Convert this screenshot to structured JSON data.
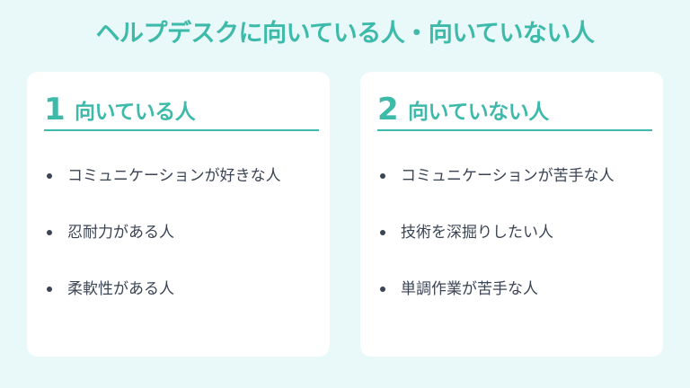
{
  "title": "ヘルプデスクに向いている人・向いていない人",
  "colors": {
    "accent": "#3dbaa9",
    "background": "#e9f8f8",
    "card": "#ffffff",
    "text": "#3b4454"
  },
  "cards": [
    {
      "number": "1",
      "heading": "向いている人",
      "items": [
        "コミュニケーションが好きな人",
        "忍耐力がある人",
        "柔軟性がある人"
      ]
    },
    {
      "number": "2",
      "heading": "向いていない人",
      "items": [
        "コミュニケーションが苦手な人",
        "技術を深掘りしたい人",
        "単調作業が苦手な人"
      ]
    }
  ]
}
